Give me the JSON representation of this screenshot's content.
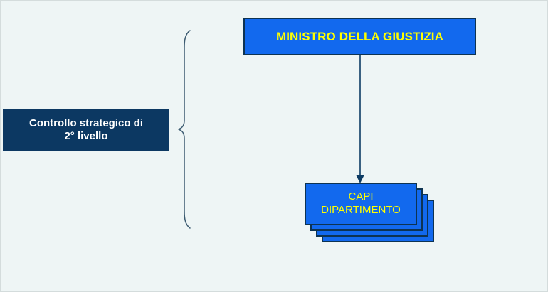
{
  "diagram": {
    "background_color": "#eef5f5",
    "border_color": "#d4dcdc",
    "accent_blue": "#1269ee",
    "accent_navy": "#0c3862",
    "accent_yellow": "#ffff00",
    "nodes": {
      "minister": {
        "label": "MINISTRO DELLA GIUSTIZIA",
        "fill": "#1269ee",
        "text_color": "#ffff00"
      },
      "control_label": {
        "line1": "Controllo strategico di",
        "line2": "2° livello",
        "fill": "#0c3862",
        "text_color": "#ffffff"
      },
      "departments": {
        "line1": "CAPI",
        "line2": "DIPARTIMENTO",
        "fill": "#1269ee",
        "text_color": "#ffff00",
        "stack_count": 4
      }
    },
    "connectors": {
      "minister_to_departments": {
        "type": "arrow-down",
        "color": "#0d3c64"
      },
      "scope_brace": {
        "type": "left-curly-brace",
        "color": "#3b5a70"
      }
    }
  }
}
